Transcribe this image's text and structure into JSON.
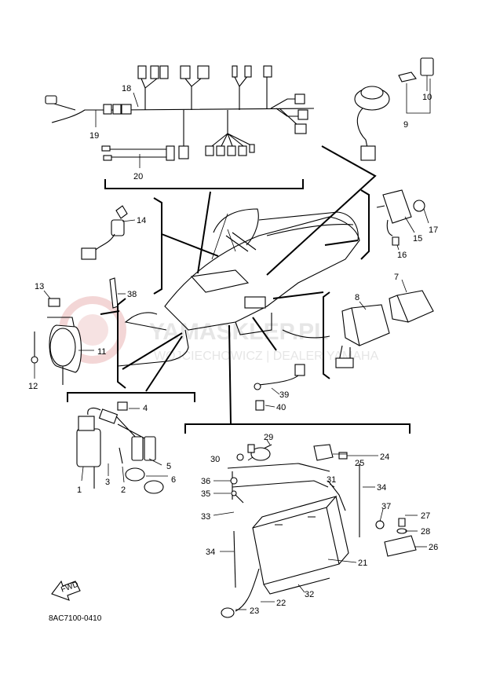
{
  "diagram": {
    "code": "8AC7100-0410",
    "fwd_label": "FWD",
    "watermark": {
      "brand": "YAMASKLEP.PL",
      "sub": "WOJCIECHOWICZ | DEALER YAMAHA"
    },
    "callouts": {
      "c1": "1",
      "c2": "2",
      "c3": "3",
      "c4": "4",
      "c5": "5",
      "c6": "6",
      "c7": "7",
      "c8": "8",
      "c9": "9",
      "c10": "10",
      "c11": "11",
      "c12": "12",
      "c13": "13",
      "c14": "14",
      "c15": "15",
      "c16": "16",
      "c17": "17",
      "c18": "18",
      "c19": "19",
      "c20": "20",
      "c21": "21",
      "c22": "22",
      "c23": "23",
      "c24": "24",
      "c25": "25",
      "c26": "26",
      "c27": "27",
      "c28": "28",
      "c29": "29",
      "c30": "30",
      "c31": "31",
      "c32": "32",
      "c33": "33",
      "c34a": "34",
      "c34b": "34",
      "c35": "35",
      "c36": "36",
      "c37": "37",
      "c38": "38",
      "c39": "39",
      "c40": "40"
    }
  }
}
